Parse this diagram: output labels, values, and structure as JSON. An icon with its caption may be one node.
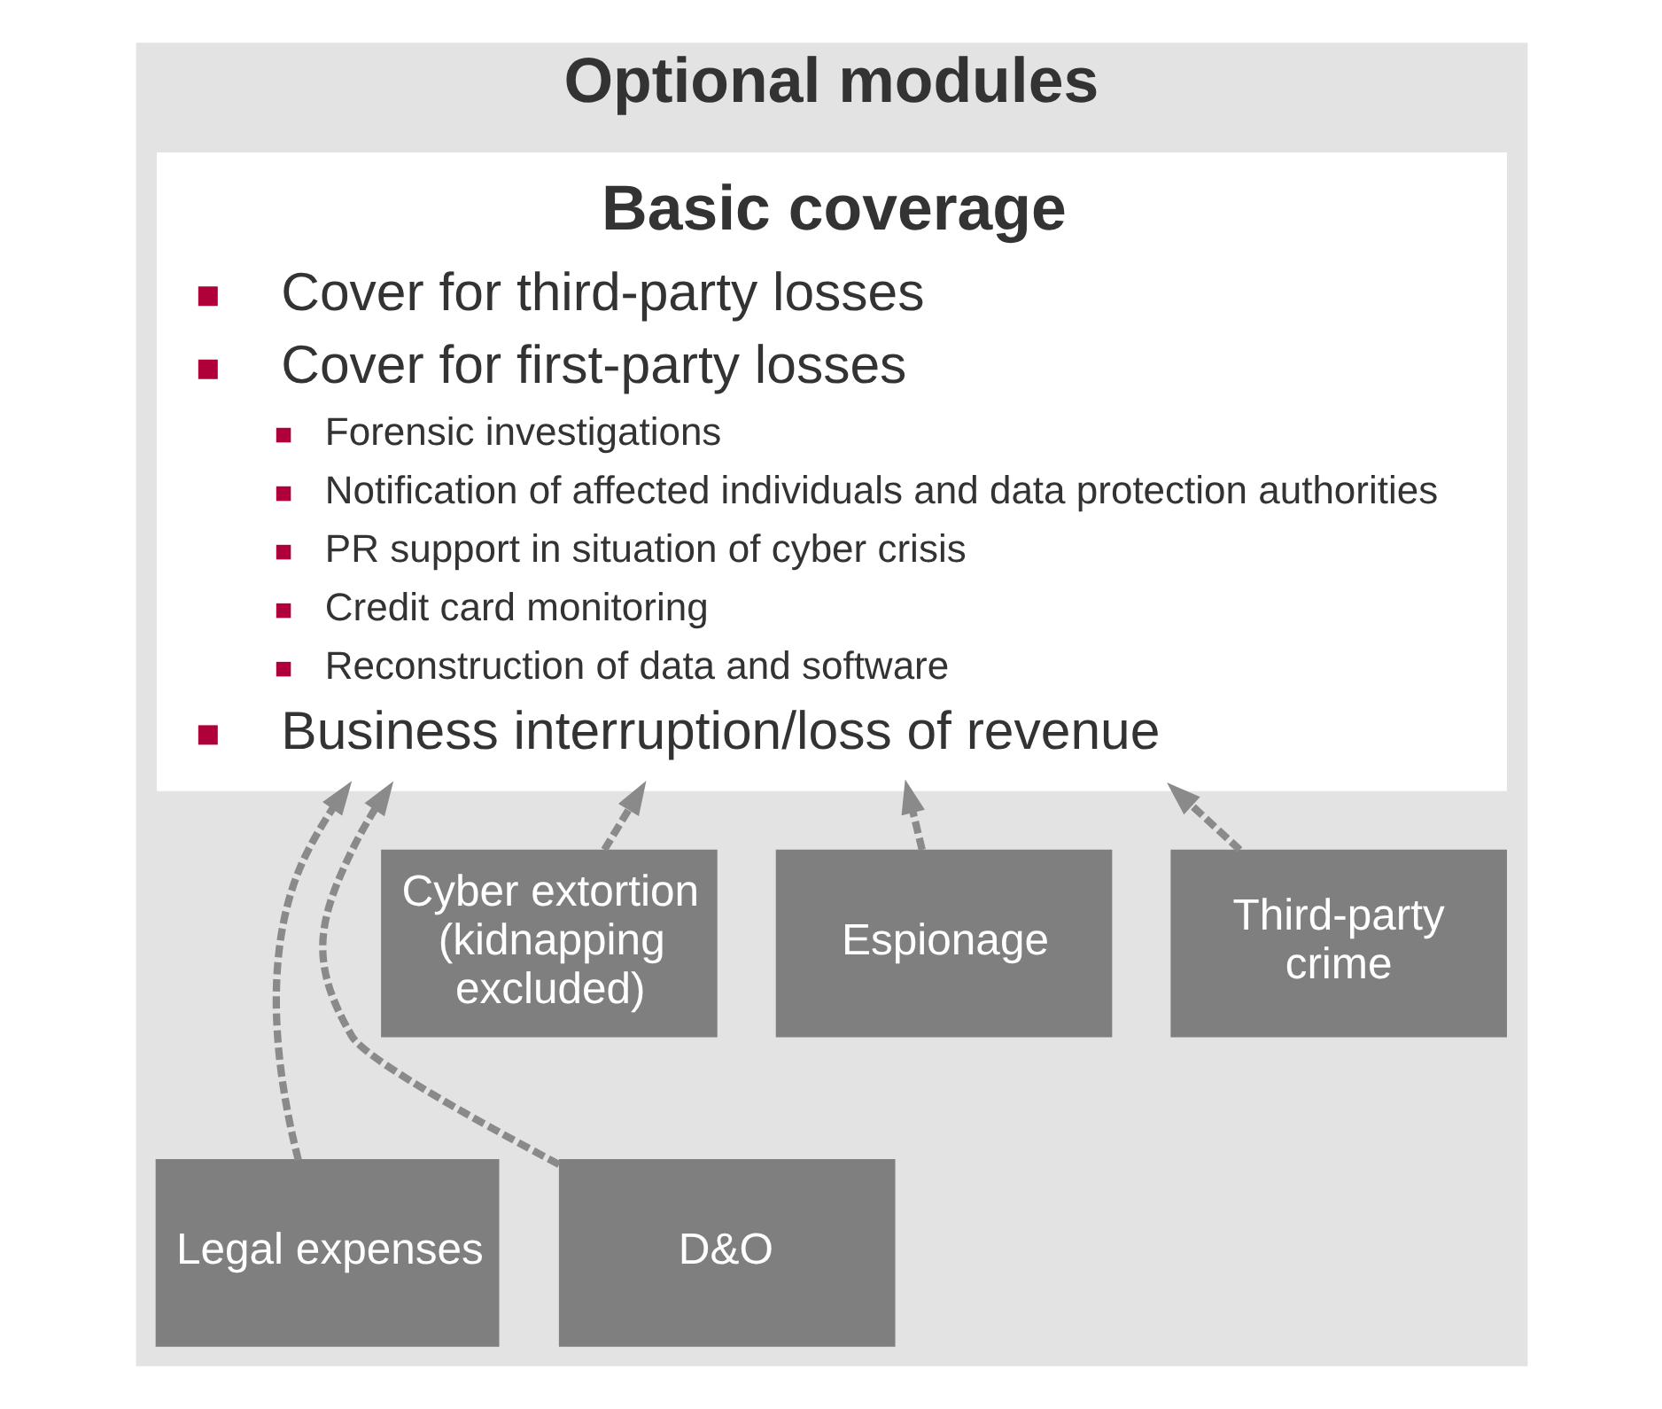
{
  "diagram": {
    "nodes": [
      {
        "text": [
          "Optional modules"
        ]
      },
      {
        "text": [
          "Basic coverage",
          "Cover for third-party losses",
          "Cover for first-party losses",
          "Forensic investigations",
          "Notification of affected individuals and data protection authorities",
          "PR support in situation of cyber crisis",
          "Credit card monitoring",
          "Reconstruction of data and software",
          "Business interruption/loss of revenue"
        ],
        "in": 0
      },
      {
        "text": [
          "Cyber extortion (kidnapping excluded)"
        ],
        "in": 0
      },
      {
        "text": [
          "Legal expenses"
        ],
        "in": 0
      },
      {
        "text": [
          "Espionage"
        ],
        "in": 0
      },
      {
        "text": [
          "D&O"
        ],
        "in": 0
      },
      {
        "text": [
          "Third-party crime"
        ],
        "in": 0
      }
    ],
    "edges": [
      {
        "from": 2,
        "to": 1,
        "arrow": "to",
        "style": "dashed"
      },
      {
        "from": 3,
        "to": 1,
        "arrow": "to",
        "style": "dashed"
      },
      {
        "from": 4,
        "to": 1,
        "arrow": "to",
        "style": "dashed"
      },
      {
        "from": 5,
        "to": 1,
        "arrow": "to",
        "style": "dashed"
      },
      {
        "from": 6,
        "to": 1,
        "arrow": "to",
        "style": "dashed"
      }
    ]
  }
}
